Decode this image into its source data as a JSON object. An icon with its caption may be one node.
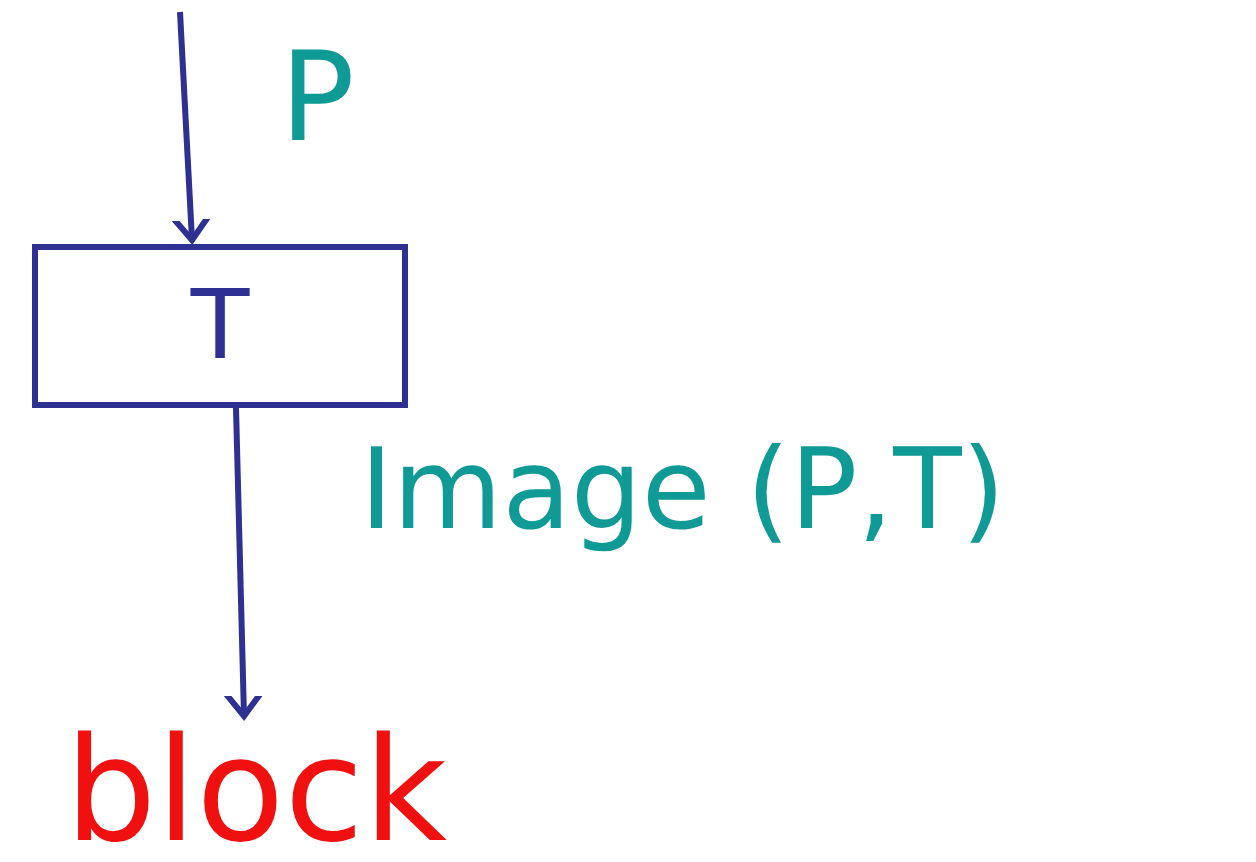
{
  "diagram": {
    "nodes": [
      {
        "text": [
          "T"
        ]
      },
      {
        "text": [
          "block"
        ]
      }
    ],
    "edges": [
      {
        "from": null,
        "to": 0,
        "arrow": "to",
        "label": "P"
      },
      {
        "from": 0,
        "to": 1,
        "arrow": "to",
        "label": "Image (P,T)"
      }
    ]
  }
}
